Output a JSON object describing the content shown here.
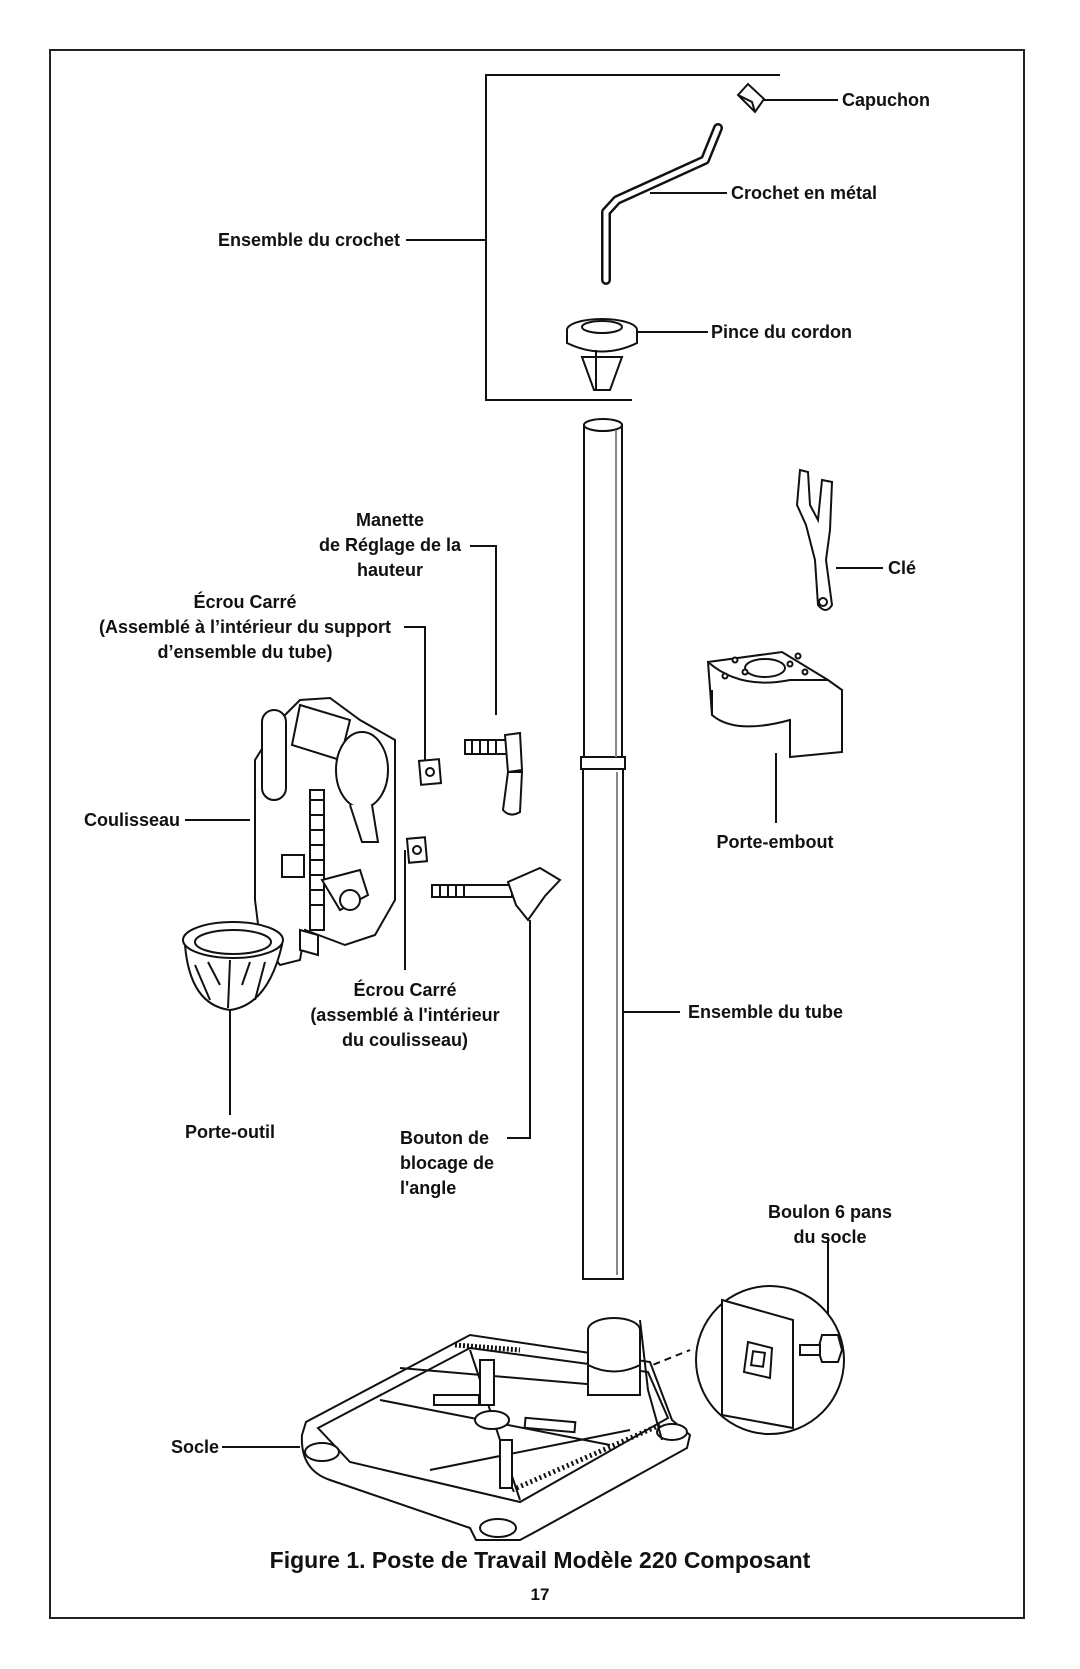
{
  "labels": {
    "capuchon": "Capuchon",
    "crochet_metal": "Crochet en métal",
    "ensemble_crochet": "Ensemble du crochet",
    "pince_cordon": "Pince du cordon",
    "manette_1": "Manette",
    "manette_2": "de Réglage de la",
    "manette_3": "hauteur",
    "cle": "Clé",
    "ecrou_top_1": "Écrou Carré",
    "ecrou_top_2": "(Assemblé à l’intérieur du support",
    "ecrou_top_3": "d’ensemble du tube)",
    "coulisseau": "Coulisseau",
    "porte_embout": "Porte-embout",
    "ecrou_bot_1": "Écrou Carré",
    "ecrou_bot_2": "(assemblé à l'intérieur",
    "ecrou_bot_3": "du coulisseau)",
    "ensemble_tube": "Ensemble du tube",
    "porte_outil": "Porte-outil",
    "bouton_1": "Bouton de",
    "bouton_2": "blocage de",
    "bouton_3": "l'angle",
    "boulon_1": "Boulon 6 pans",
    "boulon_2": "du socle",
    "socle": "Socle"
  },
  "caption": "Figure 1. Poste de Travail Modèle 220 Composant",
  "page_number": "17"
}
